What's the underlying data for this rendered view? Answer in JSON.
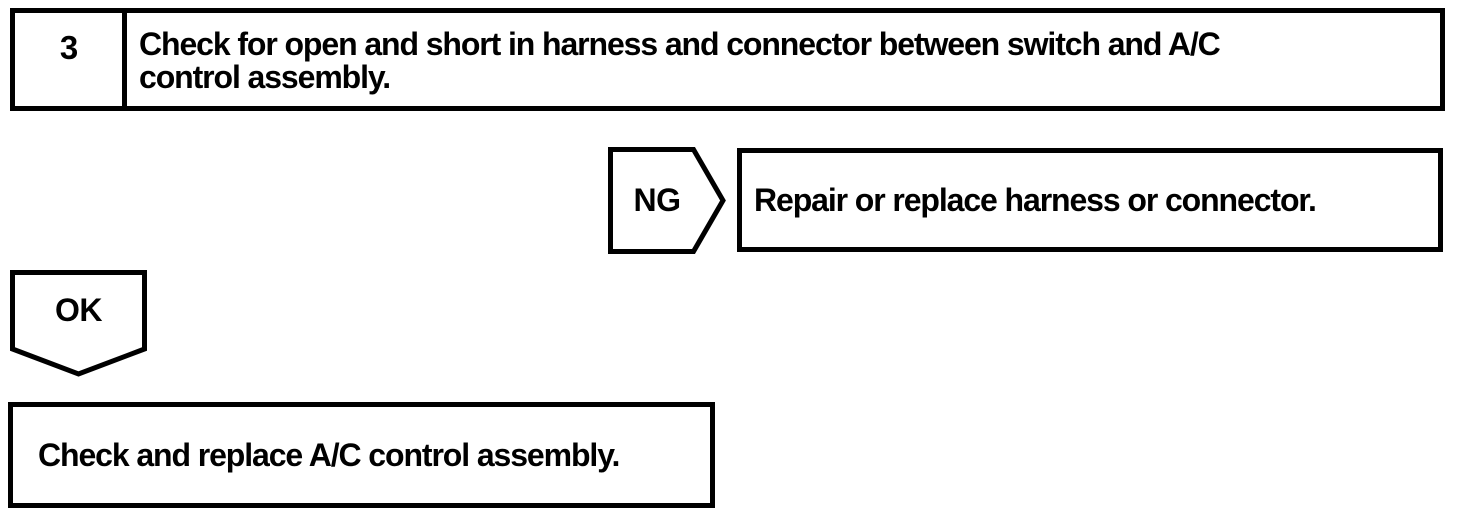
{
  "flowchart": {
    "step": {
      "number": "3",
      "instruction": "Check for open and short in harness and connector between switch and A/C control assembly.",
      "instruction_line1": "Check for open and short in harness and connector between switch and A/C",
      "instruction_line2": "control assembly."
    },
    "ng_branch": {
      "connector_label": "NG",
      "action": "Repair or replace harness or connector."
    },
    "ok_branch": {
      "connector_label": "OK",
      "action": "Check and replace A/C control assembly."
    },
    "colors": {
      "line": "#000000",
      "background": "#ffffff"
    }
  }
}
